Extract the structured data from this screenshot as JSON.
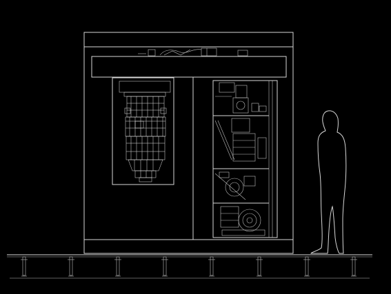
{
  "diagram": {
    "kind": "line-drawing",
    "colors": {
      "background": "#000000",
      "line": "#d8d8d8",
      "detail": "#e6e6e6"
    },
    "components": [
      "enclosure",
      "cryostat",
      "electronics-rack",
      "human-silhouette",
      "floor-stand"
    ]
  }
}
